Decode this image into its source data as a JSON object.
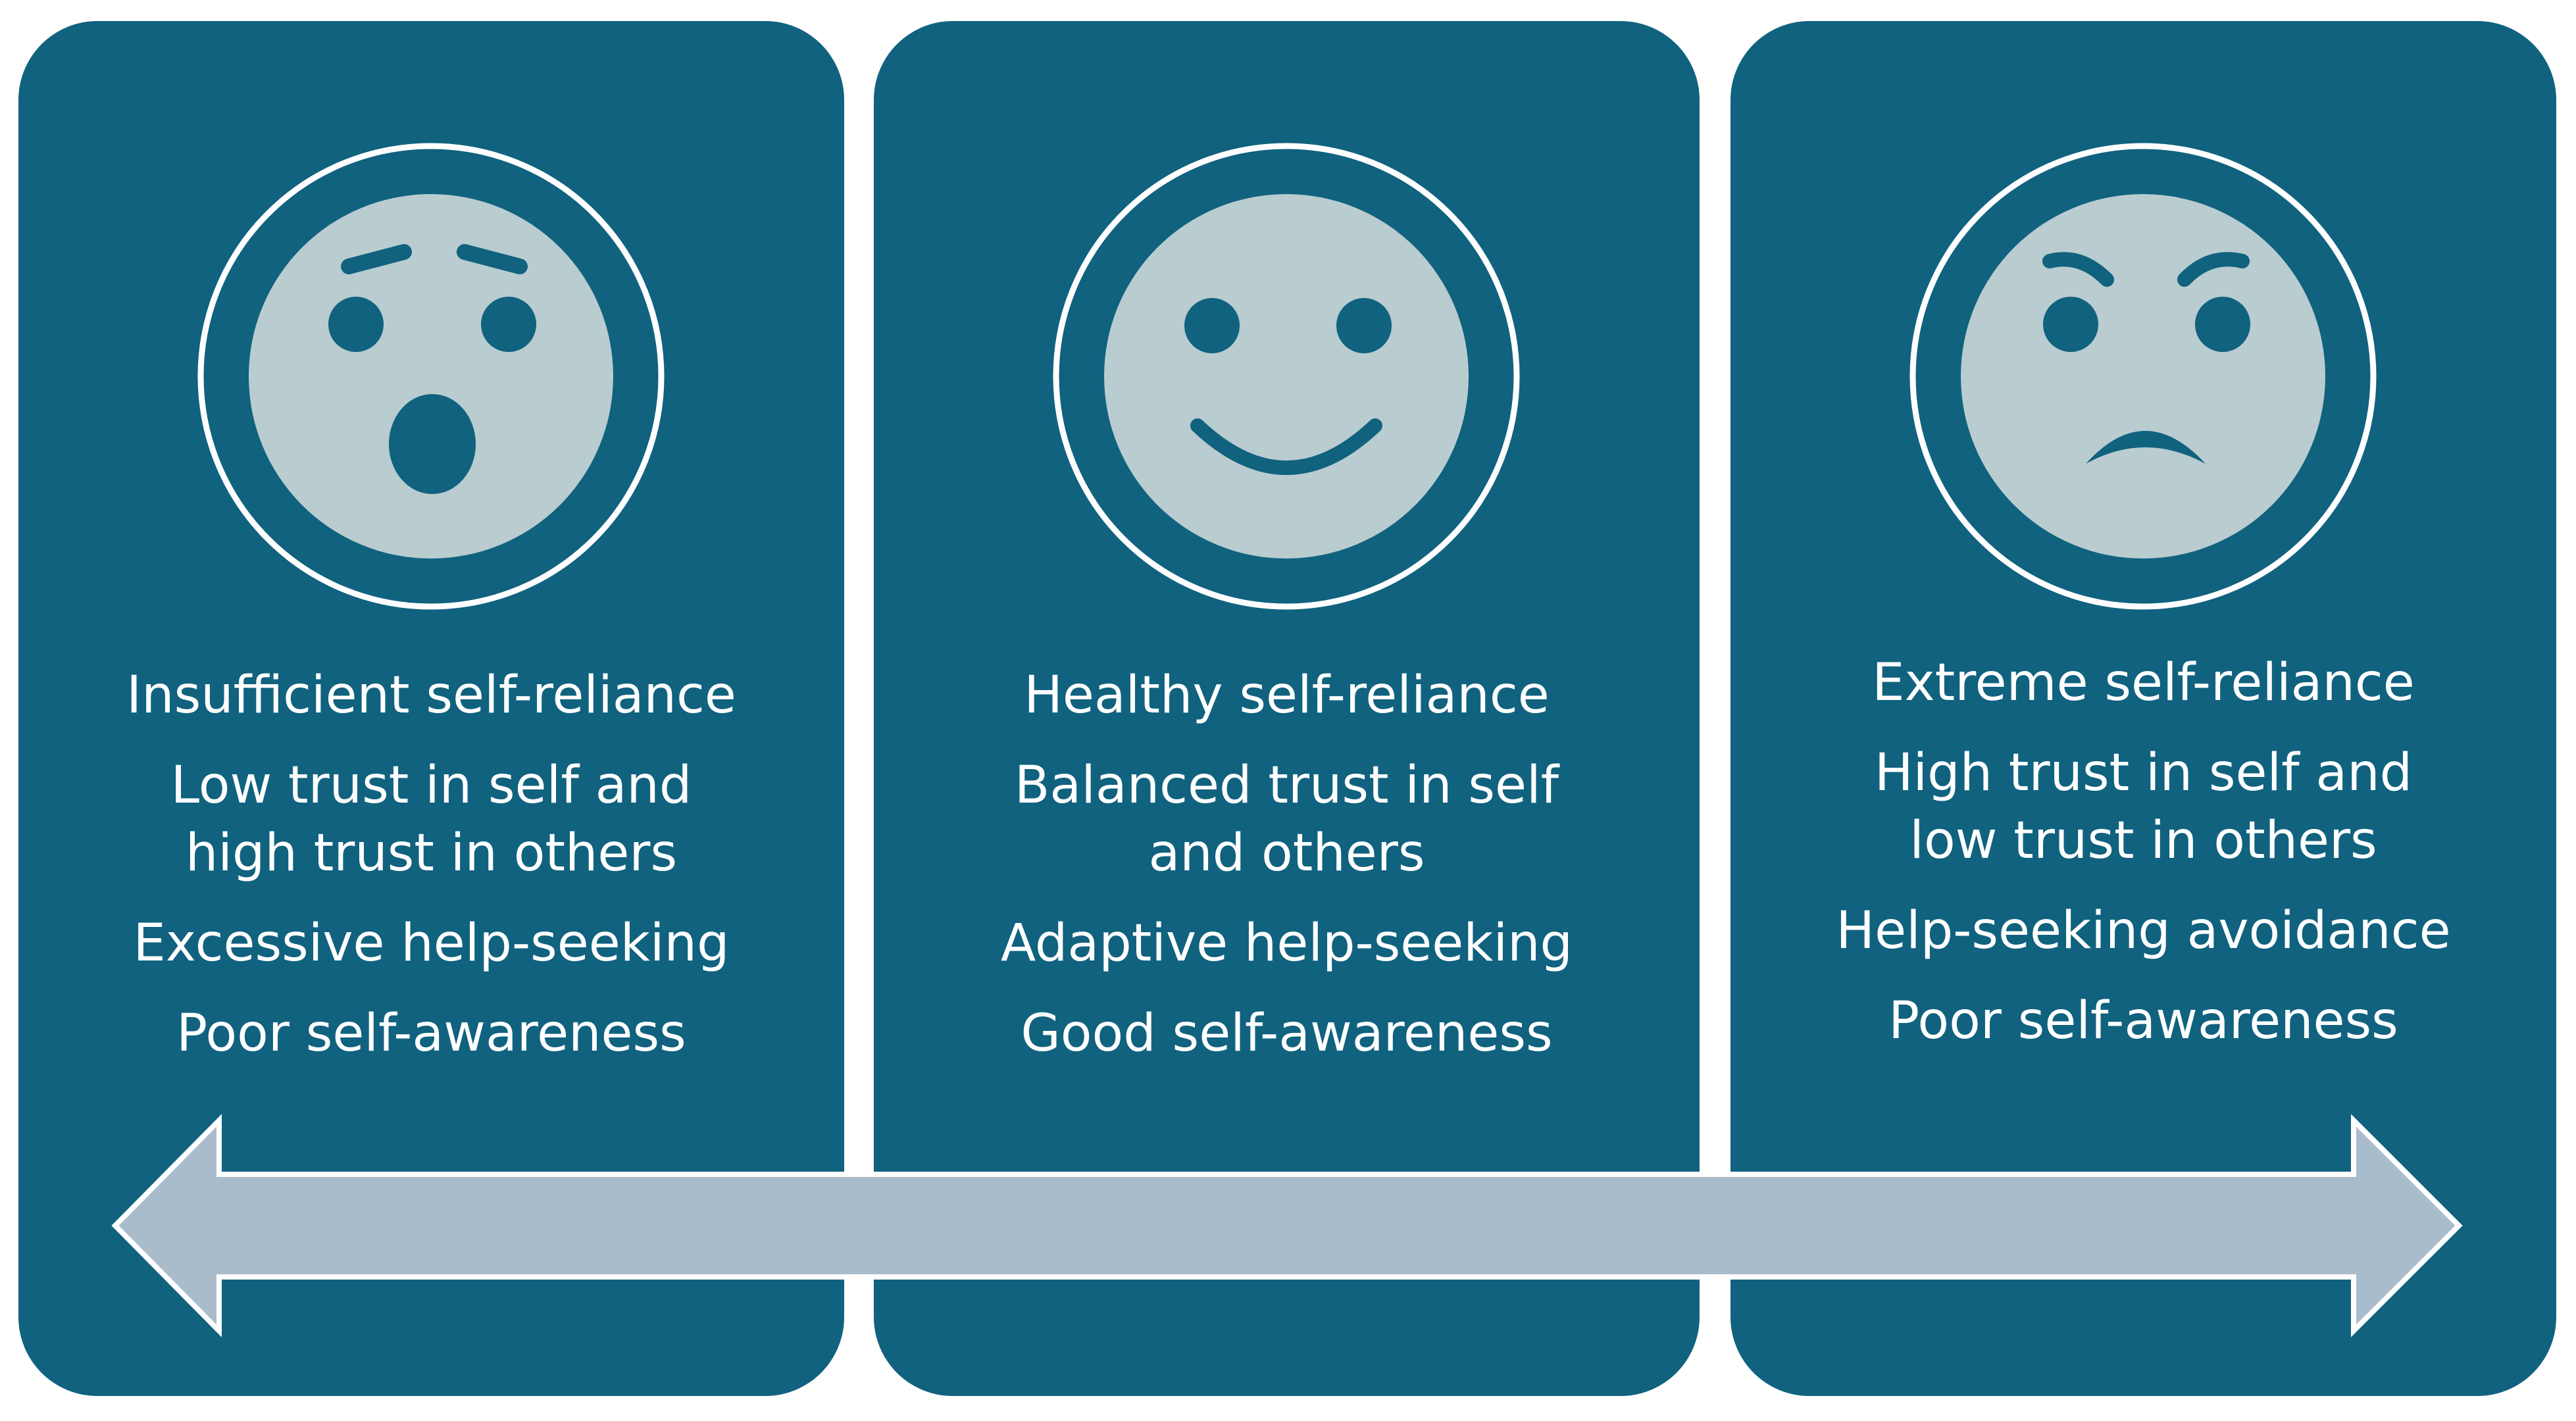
{
  "colors": {
    "panel": "#10627f",
    "face": "#b9cccf",
    "features": "#10627f",
    "ring": "#ffffff",
    "text": "#ffffff",
    "arrow": "#a9bccc",
    "arrow_outline": "#ffffff"
  },
  "panels": [
    {
      "face": "surprised-face-icon",
      "lines": [
        "Insufficient  self-reliance",
        "Low trust in self and\nhigh trust in others",
        "Excessive help-seeking",
        "Poor self-awareness"
      ]
    },
    {
      "face": "smiling-face-icon",
      "lines": [
        "Healthy self-reliance",
        "Balanced trust  in self\nand others",
        "Adaptive help-seeking",
        "Good self-awareness"
      ]
    },
    {
      "face": "frowning-face-icon",
      "lines": [
        "Extreme self-reliance",
        "High trust in self and\nlow trust in others",
        "Help-seeking avoidance",
        "Poor self-awareness"
      ]
    }
  ],
  "arrow": {
    "icon": "double-headed-arrow-icon"
  }
}
